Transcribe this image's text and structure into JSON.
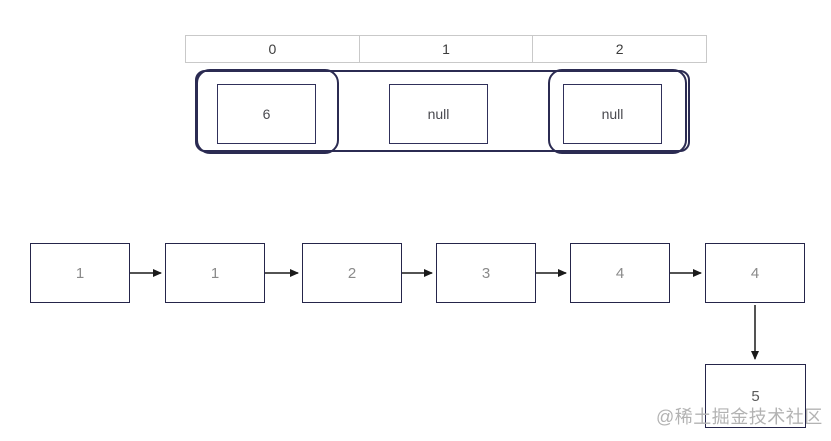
{
  "bucket_table": {
    "headers": [
      "0",
      "1",
      "2"
    ],
    "cells": [
      {
        "value": "6",
        "highlighted": true
      },
      {
        "value": "null",
        "highlighted": false
      },
      {
        "value": "null",
        "highlighted": true
      }
    ]
  },
  "linked_list": {
    "nodes": [
      "1",
      "1",
      "2",
      "3",
      "4",
      "4"
    ],
    "tail_child": "5"
  },
  "watermark": "@稀土掘金技术社区",
  "colors": {
    "dark_border": "#2b2b52",
    "node_border": "#25254a",
    "header_border": "#c9c9c9",
    "arrow": "#1a1a1a",
    "node_text": "#8a8a8a",
    "cell_text": "#4a4a50",
    "header_text": "#3c3c3c",
    "watermark_text": "#b3b3b3"
  }
}
